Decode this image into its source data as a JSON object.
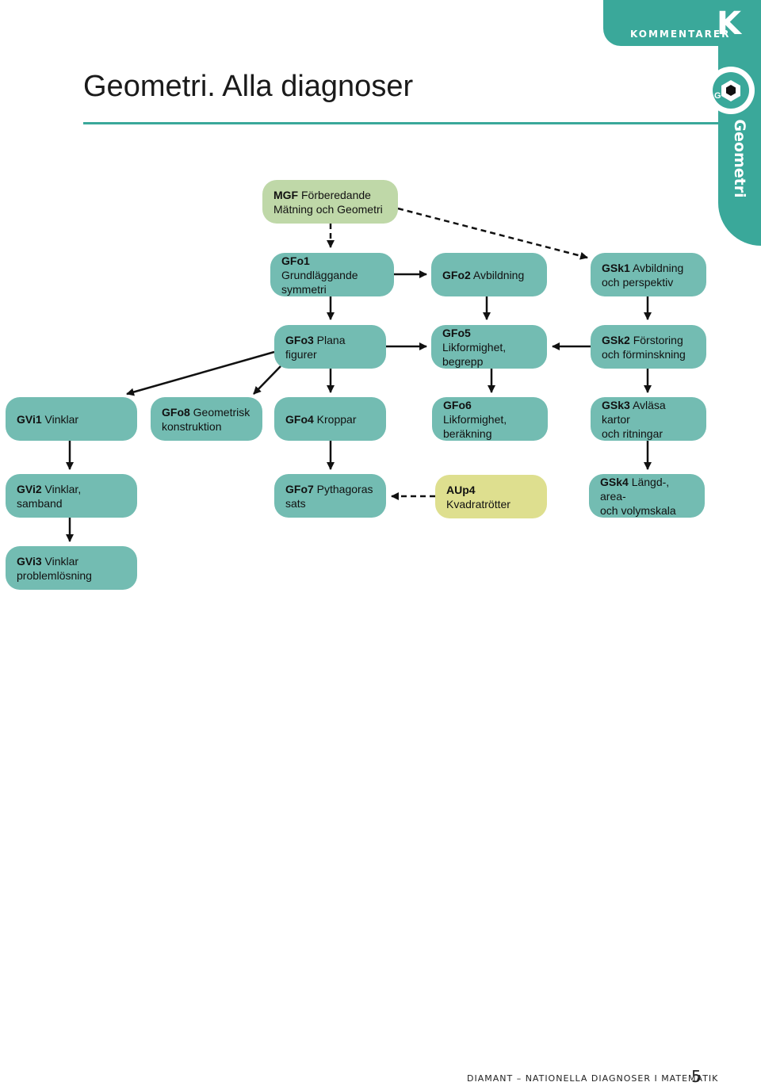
{
  "header": {
    "tab_label": "KOMMENTARER",
    "tab_letter": "K",
    "side_label": "Geometri",
    "logo_letter": "G",
    "accent_color": "#3aa89a"
  },
  "page": {
    "title": "Geometri. Alla diagnoser"
  },
  "diagram": {
    "nodes": [
      {
        "id": "mgf",
        "code": "MGF",
        "label": "Förberedande",
        "line2": "Mätning och Geometri",
        "style": "prep"
      },
      {
        "id": "gfo1",
        "code": "GFo1",
        "label": "Grundläggande",
        "line2": "symmetri",
        "style": "main"
      },
      {
        "id": "gfo2",
        "code": "GFo2",
        "label": "Avbildning",
        "line2": "",
        "style": "main"
      },
      {
        "id": "gsk1",
        "code": "GSk1",
        "label": "Avbildning",
        "line2": "och perspektiv",
        "style": "main"
      },
      {
        "id": "gfo3",
        "code": "GFo3",
        "label": "Plana figurer",
        "line2": "",
        "style": "main"
      },
      {
        "id": "gfo5",
        "code": "GFo5",
        "label": "Likformighet,",
        "line2": "begrepp",
        "style": "main"
      },
      {
        "id": "gsk2",
        "code": "GSk2",
        "label": "Förstoring",
        "line2": "och förminskning",
        "style": "main"
      },
      {
        "id": "gvi1",
        "code": "GVi1",
        "label": "Vinklar",
        "line2": "",
        "style": "main"
      },
      {
        "id": "gfo8",
        "code": "GFo8",
        "label": "Geometrisk",
        "line2": "konstruktion",
        "style": "main"
      },
      {
        "id": "gfo4",
        "code": "GFo4",
        "label": "Kroppar",
        "line2": "",
        "style": "main"
      },
      {
        "id": "gfo6",
        "code": "GFo6",
        "label": "Likformighet,",
        "line2": "beräkning",
        "style": "main"
      },
      {
        "id": "gsk3",
        "code": "GSk3",
        "label": "Avläsa kartor",
        "line2": "och ritningar",
        "style": "main"
      },
      {
        "id": "gvi2",
        "code": "GVi2",
        "label": "Vinklar, samband",
        "line2": "",
        "style": "main"
      },
      {
        "id": "gfo7",
        "code": "GFo7",
        "label": "Pythagoras sats",
        "line2": "",
        "style": "main"
      },
      {
        "id": "aup4",
        "code": "AUp4",
        "label": "Kvadratrötter",
        "line2": "",
        "style": "aup"
      },
      {
        "id": "gsk4",
        "code": "GSk4",
        "label": "Längd-, area-",
        "line2": "och volymskala",
        "style": "main"
      },
      {
        "id": "gvi3",
        "code": "GVi3",
        "label": "Vinklar",
        "line2": "problemlösning",
        "style": "main"
      }
    ],
    "edges": [
      {
        "from": "mgf",
        "to": "gfo1",
        "dashed": true
      },
      {
        "from": "mgf",
        "to": "gsk1",
        "dashed": true
      },
      {
        "from": "gfo1",
        "to": "gfo2",
        "dashed": false
      },
      {
        "from": "gfo1",
        "to": "gfo3",
        "dashed": false
      },
      {
        "from": "gfo2",
        "to": "gfo5",
        "dashed": false
      },
      {
        "from": "gsk1",
        "to": "gsk2",
        "dashed": false
      },
      {
        "from": "gfo3",
        "to": "gfo5",
        "dashed": false
      },
      {
        "from": "gsk2",
        "to": "gfo5",
        "dashed": false
      },
      {
        "from": "gfo3",
        "to": "gvi1",
        "dashed": false
      },
      {
        "from": "gfo3",
        "to": "gfo8",
        "dashed": false
      },
      {
        "from": "gfo3",
        "to": "gfo4",
        "dashed": false
      },
      {
        "from": "gfo5",
        "to": "gfo6",
        "dashed": false
      },
      {
        "from": "gsk2",
        "to": "gsk3",
        "dashed": false
      },
      {
        "from": "gvi1",
        "to": "gvi2",
        "dashed": false
      },
      {
        "from": "gfo4",
        "to": "gfo7",
        "dashed": false
      },
      {
        "from": "gsk3",
        "to": "gsk4",
        "dashed": false
      },
      {
        "from": "aup4",
        "to": "gfo7",
        "dashed": true
      },
      {
        "from": "gvi2",
        "to": "gvi3",
        "dashed": false
      }
    ]
  },
  "footer": {
    "text": "DIAMANT – NATIONELLA DIAGNOSER I MATEMATIK",
    "page_number": "5"
  }
}
